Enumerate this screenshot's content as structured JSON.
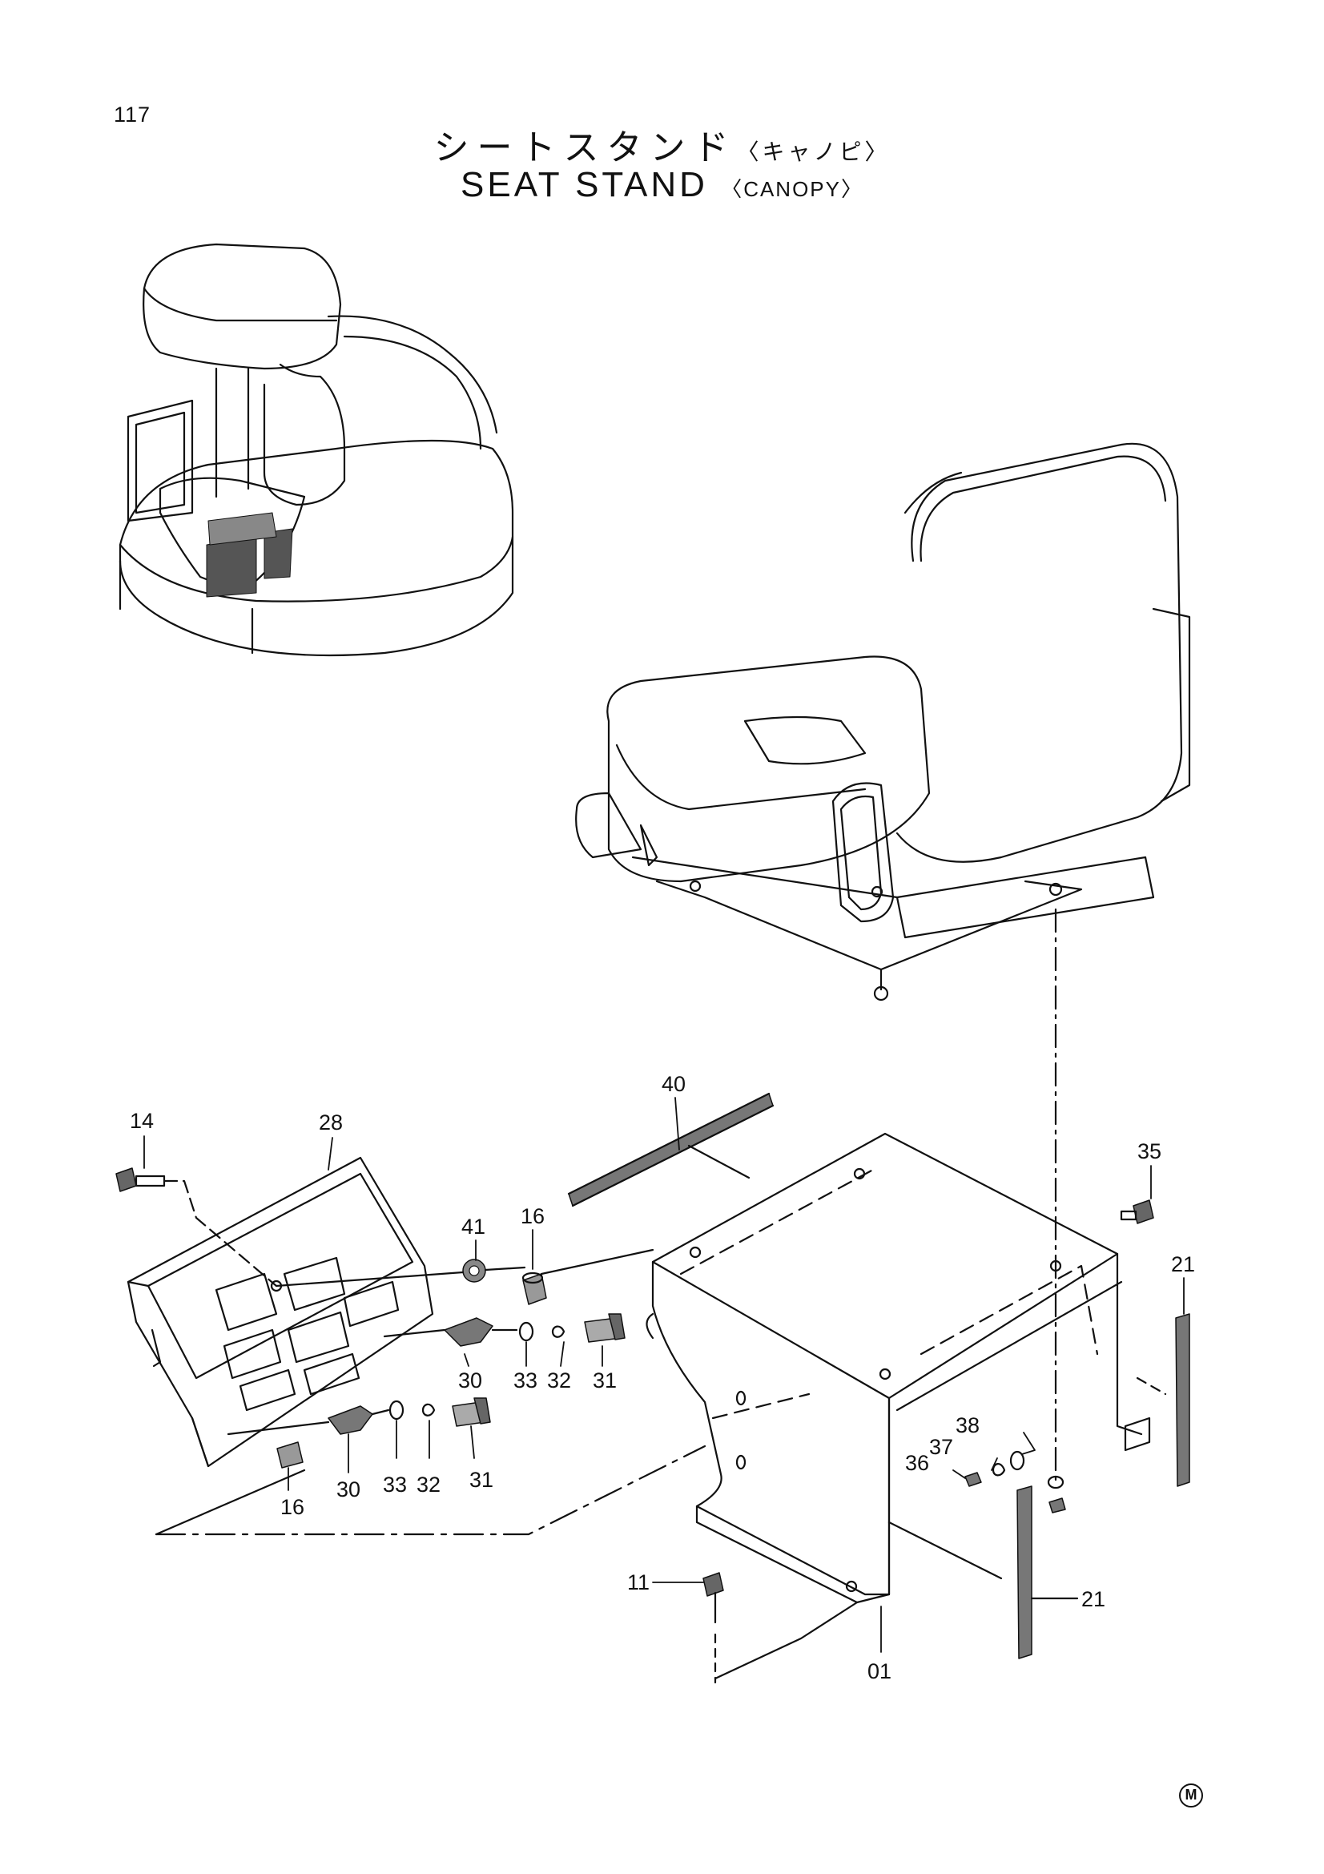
{
  "page_number": "117",
  "title_jp": {
    "main": "シートスタンド",
    "sub": "〈キャノピ〉"
  },
  "title_en": {
    "main": "SEAT STAND",
    "sub": "〈CANOPY〉"
  },
  "mark": "M",
  "callouts": {
    "c14": "14",
    "c28": "28",
    "c40": "40",
    "c41": "41",
    "c16a": "16",
    "c35": "35",
    "c21a": "21",
    "c30a": "30",
    "c33a": "33",
    "c32a": "32",
    "c31a": "31",
    "c38": "38",
    "c37": "37",
    "c36": "36",
    "c16b": "16",
    "c30b": "30",
    "c33b": "33",
    "c32b": "32",
    "c31b": "31",
    "c11": "11",
    "c21b": "21",
    "c01": "01"
  },
  "icons": {
    "seat": "seat-assembly-icon",
    "overview": "operator-station-overview-icon",
    "stand": "seat-stand-bracket-icon",
    "cover": "cover-plate-icon"
  }
}
